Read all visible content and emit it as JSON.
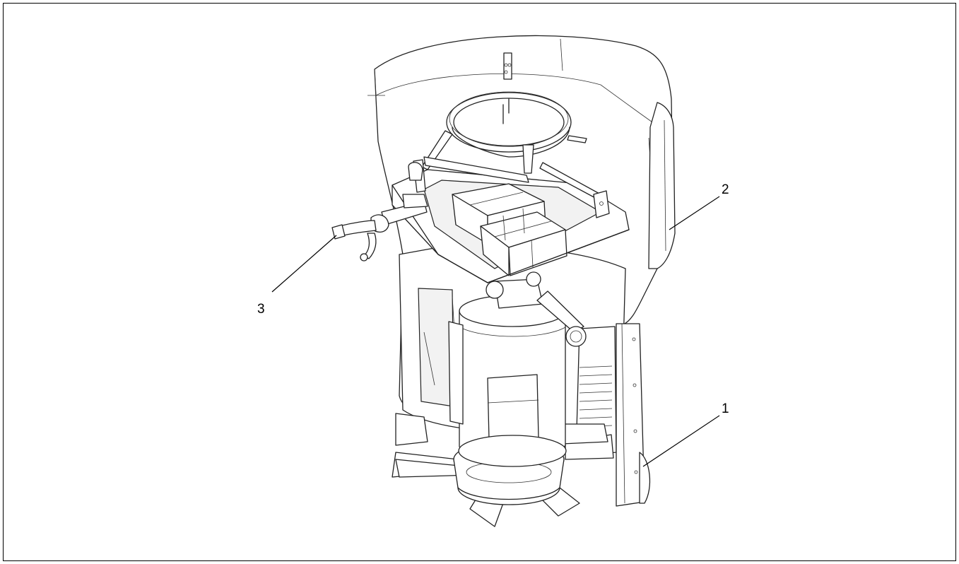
{
  "callouts": [
    {
      "label": "1"
    },
    {
      "label": "2"
    },
    {
      "label": "3"
    }
  ],
  "colors": {
    "ink": "#222222",
    "background": "#ffffff",
    "shade": "#f2f2f2"
  }
}
